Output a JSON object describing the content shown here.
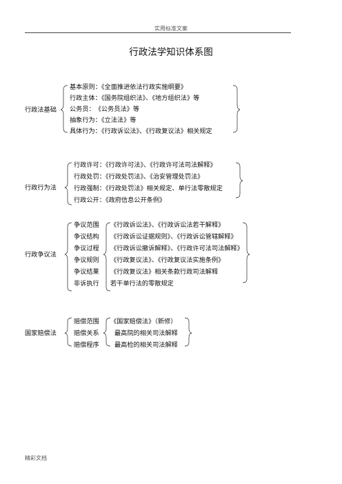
{
  "header": {
    "text": "实用标准文案"
  },
  "title": "行政法学知识体系图",
  "sections": [
    {
      "heading": "行政法基础",
      "items": [
        "基本原则：《全面推进依法行政实施纲要》",
        "行政主体：《国务院组织法》、《地方组织法》等",
        "公务员：　《公务员法》等",
        "抽象行为：《立法法》等",
        "具体行为：《行政诉讼法》、《行政复议法》相关规定"
      ]
    },
    {
      "heading": "行政行为法",
      "items": [
        "行政许可：《行政许可法》、《行政许可法司法解释》",
        "行政处罚：《行政处罚法》、《治安管理处罚法》",
        "行政强制：《行政处罚法》相关规定、单行法零散规定",
        "行政公开：《政府信息公开条例》"
      ]
    },
    {
      "heading": "行政争议法",
      "labels": [
        "争议范围",
        "争议结构",
        "争议过程",
        "争议规则",
        "争议结果",
        "非诉执行"
      ],
      "laws": [
        "《行政诉讼法》、《行政诉讼法若干解释》",
        "《行政诉讼证据规则》、《行政诉讼管辖解释》",
        "《行政诉讼撤诉解释》、《行政许可法司法解释》",
        "《行政复议法》、《行政复议法实施条例》",
        "《行政复议法》相关条款行政司法解释",
        "若干单行法的零散规定"
      ]
    },
    {
      "heading": "国家赔偿法",
      "labels": [
        "赔偿范围",
        "赔偿关系",
        "赔偿程序"
      ],
      "laws": [
        "《国家赔偿法》（新修）",
        "最高院的相关司法解释",
        "最高检的相关司法解释"
      ]
    }
  ],
  "footer": {
    "text": "精彩文档"
  }
}
